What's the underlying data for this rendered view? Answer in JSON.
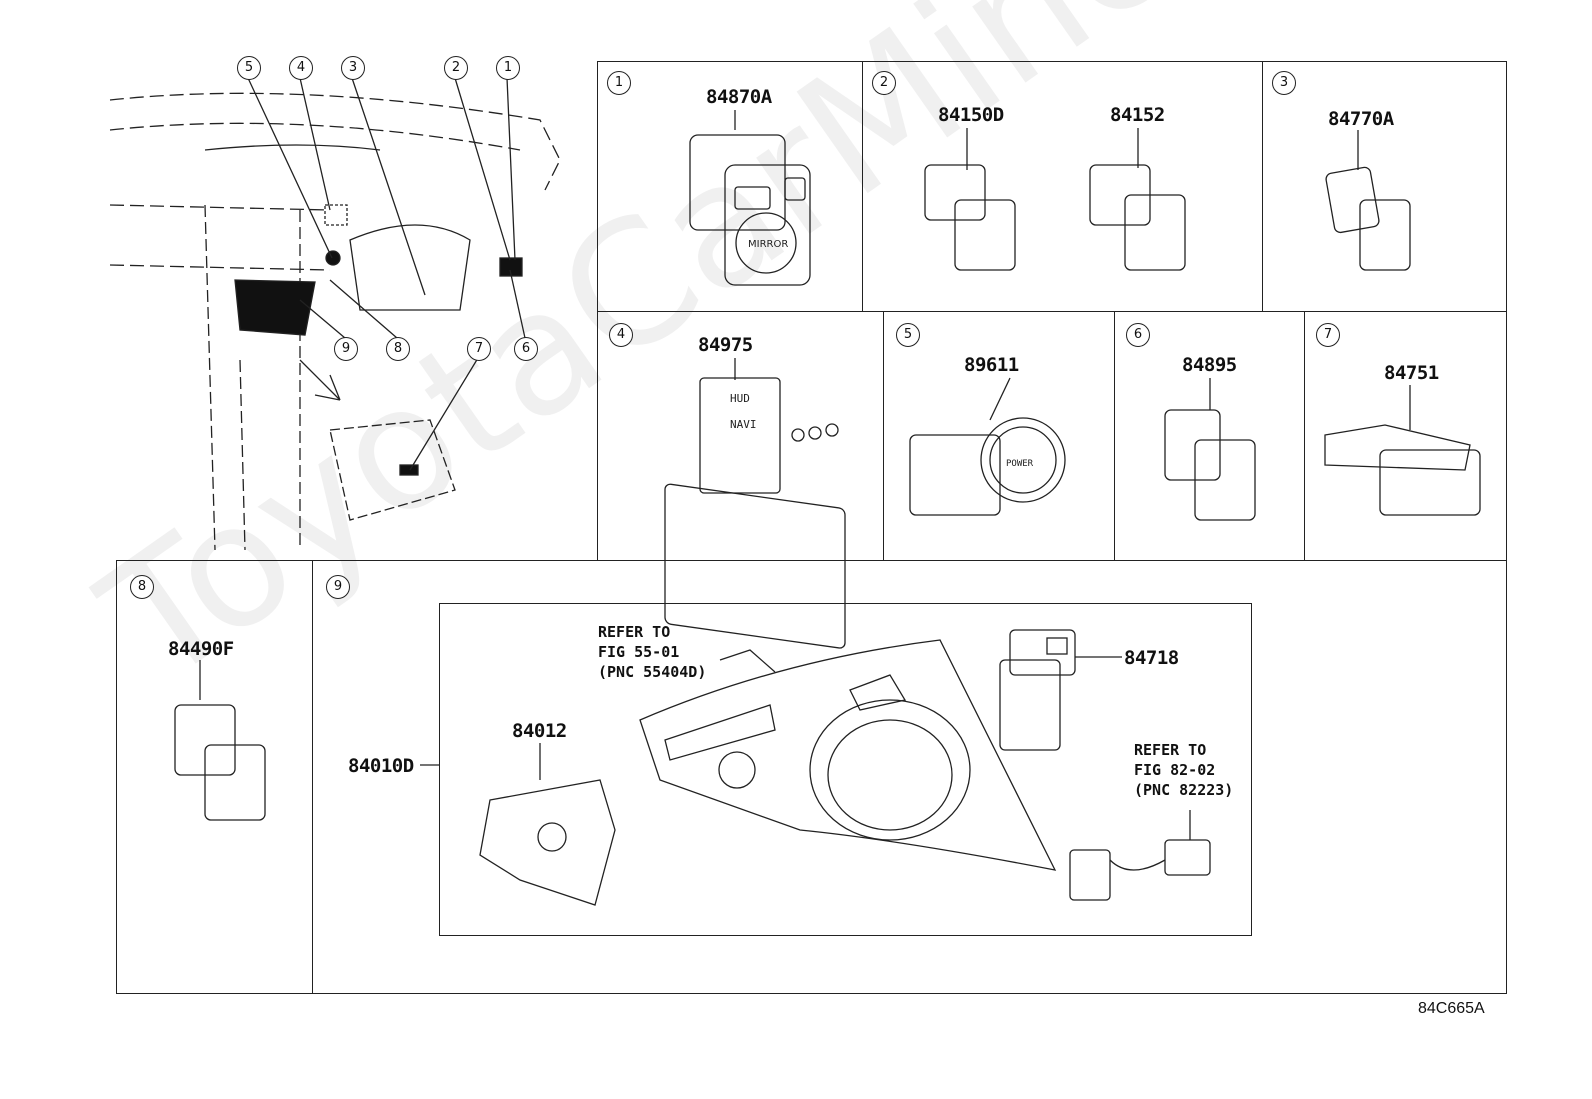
{
  "watermark": "ToyotaCarMine.ru",
  "figure_code": "84C665A",
  "overview": {
    "callouts": [
      "1",
      "2",
      "3",
      "4",
      "5",
      "6",
      "7",
      "8",
      "9"
    ]
  },
  "panels": [
    {
      "num": "1",
      "parts": [
        "84870A"
      ]
    },
    {
      "num": "2",
      "parts": [
        "84150D",
        "84152"
      ]
    },
    {
      "num": "3",
      "parts": [
        "84770A"
      ]
    },
    {
      "num": "4",
      "parts": [
        "84975"
      ]
    },
    {
      "num": "5",
      "parts": [
        "89611"
      ]
    },
    {
      "num": "6",
      "parts": [
        "84895"
      ]
    },
    {
      "num": "7",
      "parts": [
        "84751"
      ]
    },
    {
      "num": "8",
      "parts": [
        "84490F"
      ]
    },
    {
      "num": "9",
      "parts": [
        "84010D",
        "84012",
        "84718"
      ]
    }
  ],
  "notes": {
    "ref1": "REFER TO\nFIG 55-01\n(PNC 55404D)",
    "ref2": "REFER TO\nFIG 82-02\n(PNC 82223)"
  },
  "switch_labels": {
    "mirror": "MIRROR",
    "power": "POWER",
    "hud": "HUD",
    "navi": "NAVI"
  }
}
